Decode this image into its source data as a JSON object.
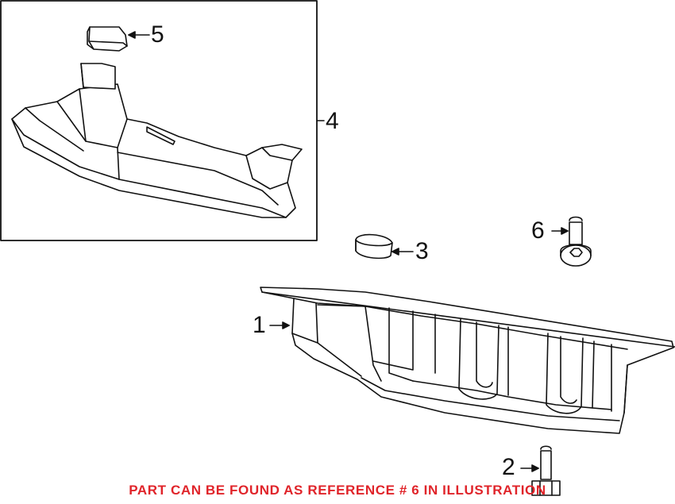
{
  "callouts": {
    "c1": "1",
    "c2": "2",
    "c3": "3",
    "c4": "4",
    "c5": "5",
    "c6": "6"
  },
  "notice": "PART CAN BE FOUND AS REFERENCE # 6 IN ILLUSTRATION",
  "colors": {
    "line": "#111111",
    "notice": "#e0242a",
    "background": "#ffffff"
  },
  "icons": {
    "filter": "transmission-filter-drawing",
    "seal_5": "filter-seal-drawing",
    "seal_3": "filter-seal-drawing",
    "bolt": "pan-bolt-drawing",
    "plug": "drain-plug-drawing",
    "pan": "transmission-oil-pan-drawing"
  }
}
